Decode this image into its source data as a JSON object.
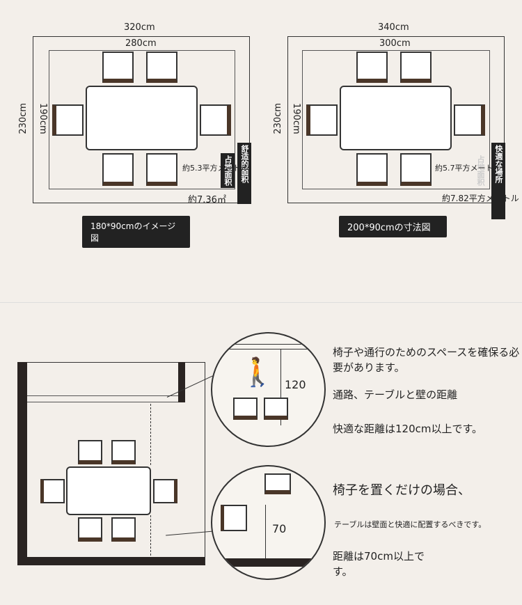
{
  "left": {
    "outer_w": "320cm",
    "inner_w": "280cm",
    "outer_h": "230cm",
    "inner_h": "190cm",
    "area_inner": "約5.3平方メートル",
    "area_outer": "約7.36㎡",
    "label_occupied": "占地面积",
    "label_suitable": "舒适的面积",
    "caption": "180*90cmのイメージ図"
  },
  "right": {
    "outer_w": "340cm",
    "inner_w": "300cm",
    "outer_h": "230cm",
    "inner_h": "190cm",
    "area_inner": "約5.7平方メートル",
    "area_outer": "約7.82平方メートル",
    "label_occupied": "占地面积",
    "label_suitable": "快適な場所",
    "caption": "200*90cmの寸法図"
  },
  "bottom": {
    "dim_aisle": "120",
    "dim_chair": "70",
    "note1": "椅子や通行のためのスペースを確保る必要があります。",
    "heading1": "通路、テーブルと壁の距離",
    "note2": "快適な距離は120cm以上です。",
    "heading2": "椅子を置くだけの場合、",
    "note3": "テーブルは壁面と快適に配置するべきです。",
    "note4": "距離は70cm以上です。"
  }
}
